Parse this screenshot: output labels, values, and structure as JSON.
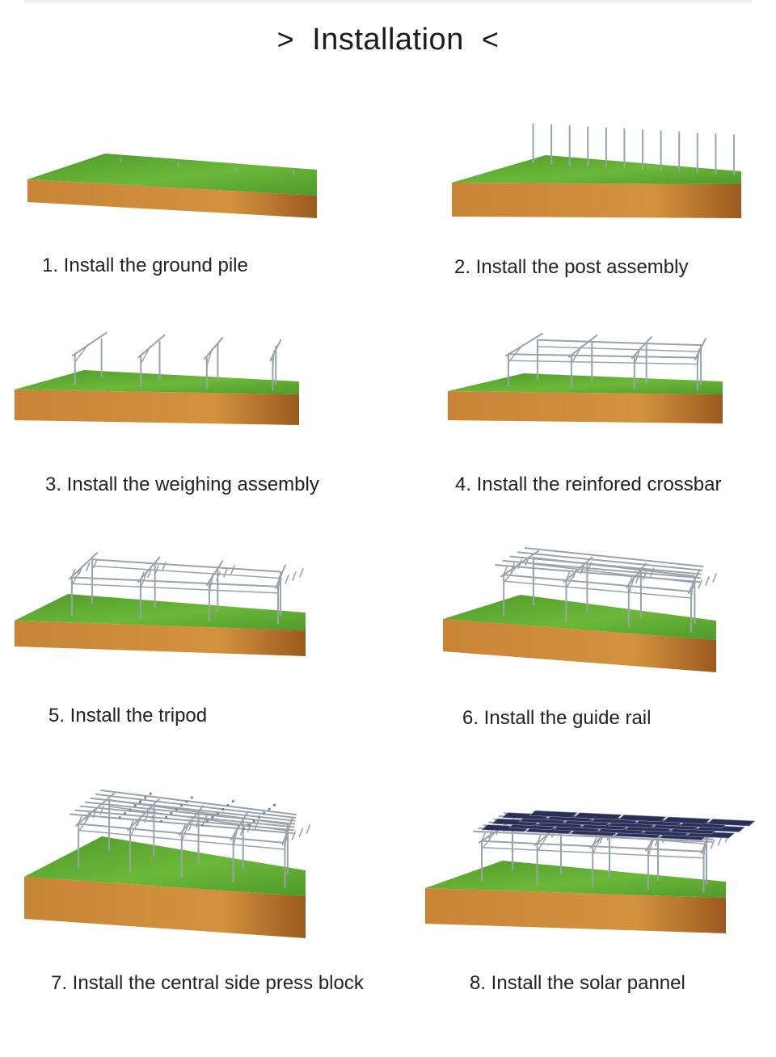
{
  "header": {
    "title": "Installation",
    "left_mark": ">",
    "right_mark": "<"
  },
  "steps": [
    {
      "label": "1. Install the ground pile",
      "stage": 1
    },
    {
      "label": "2. Install the post assembly",
      "stage": 2
    },
    {
      "label": "3. Install the weighing assembly",
      "stage": 3
    },
    {
      "label": "4. Install the reinfored crossbar",
      "stage": 4
    },
    {
      "label": "5. Install the tripod",
      "stage": 5
    },
    {
      "label": "6. Install the guide rail",
      "stage": 6
    },
    {
      "label": "7. Install the central side press block",
      "stage": 7
    },
    {
      "label": "8. Install the solar pannel",
      "stage": 8
    }
  ],
  "colors": {
    "grass": "#4f9a2b",
    "grass_light": "#6cb83a",
    "soil": "#c98438",
    "soil_dark": "#9b5a1f",
    "steel": "#9aa3a9",
    "panel": "#2b2f55"
  }
}
